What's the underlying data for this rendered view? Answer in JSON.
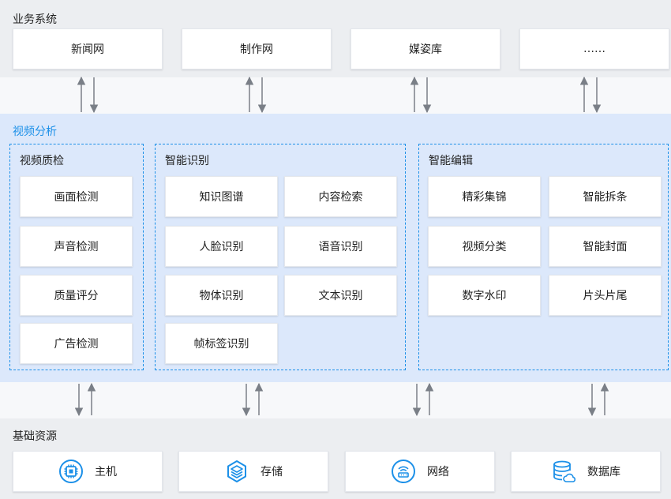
{
  "business": {
    "title": "业务系统",
    "items": [
      "新闻网",
      "制作网",
      "媒姿库",
      "……"
    ]
  },
  "analysis": {
    "title": "视频分析",
    "groups": [
      {
        "title": "视频质检",
        "items": [
          "画面检测",
          "声音检测",
          "质量评分",
          "广告检测"
        ]
      },
      {
        "title": "智能识别",
        "items": [
          "知识图谱",
          "内容检索",
          "人脸识别",
          "语音识别",
          "物体识别",
          "文本识别",
          "帧标签识别"
        ]
      },
      {
        "title": "智能编辑",
        "items": [
          "精彩集锦",
          "智能拆条",
          "视频分类",
          "智能封面",
          "数字水印",
          "片头片尾"
        ]
      }
    ]
  },
  "resources": {
    "title": "基础资源",
    "items": [
      {
        "label": "主机",
        "icon": "chip-icon"
      },
      {
        "label": "存储",
        "icon": "layers-icon"
      },
      {
        "label": "网络",
        "icon": "network-icon"
      },
      {
        "label": "数据库",
        "icon": "database-icon"
      }
    ]
  },
  "colors": {
    "accent": "#1c90e8",
    "arrow": "#7a7f87"
  }
}
